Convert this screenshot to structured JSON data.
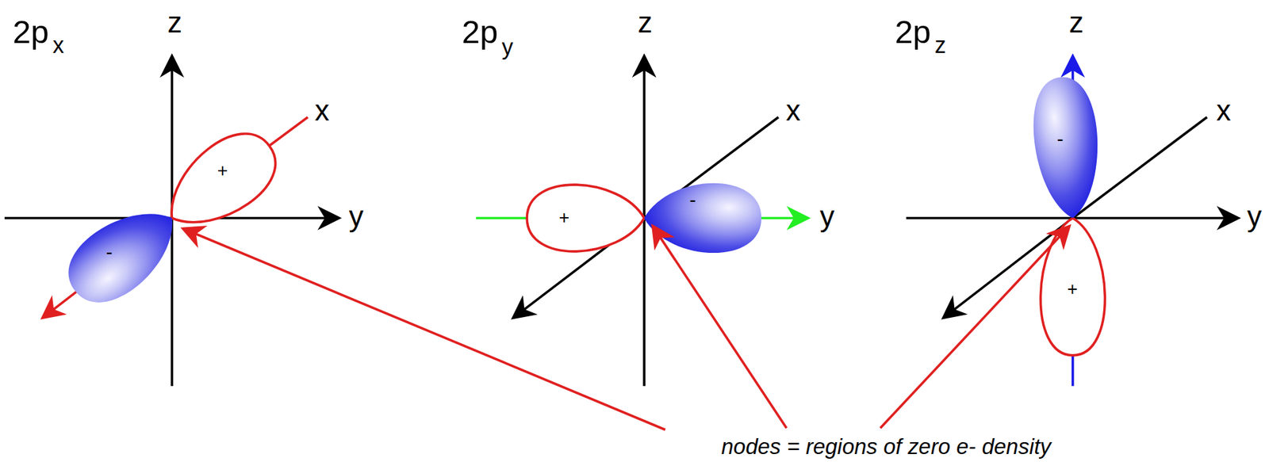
{
  "diagram": {
    "labels": [
      "2p",
      "x",
      "z",
      "x",
      "y",
      "+",
      "-",
      "2p",
      "y",
      "z",
      "x",
      "y",
      "+",
      "-",
      "2p",
      "z",
      "z",
      "x",
      "y",
      "-",
      "+",
      "nodes = regions of zero e- density"
    ]
  }
}
